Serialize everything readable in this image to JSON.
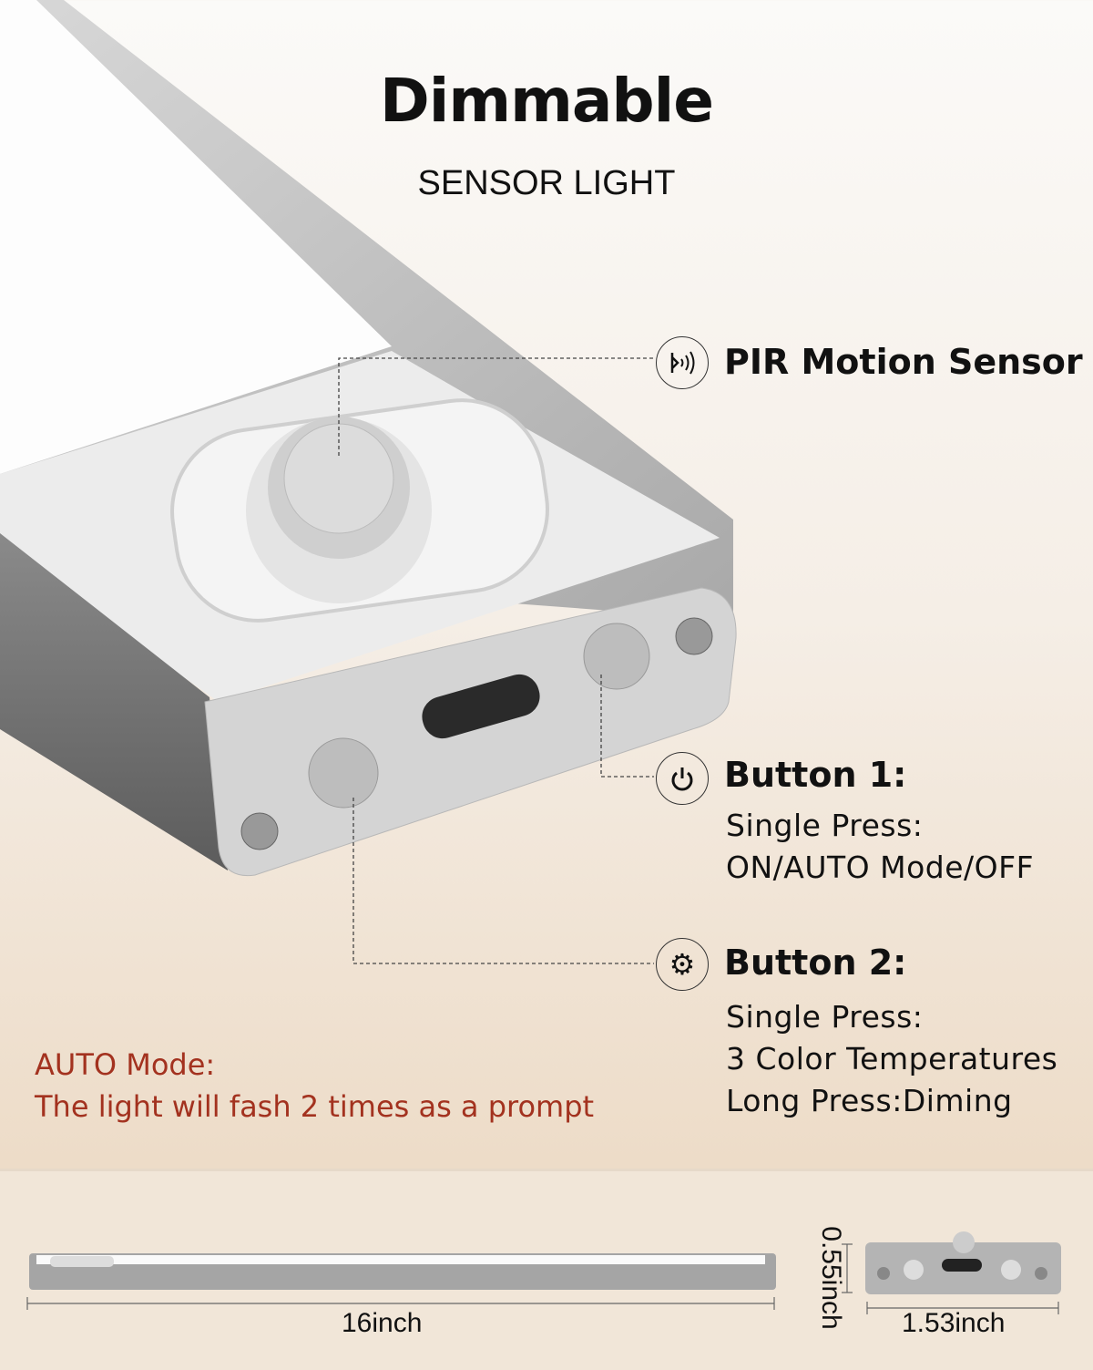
{
  "header": {
    "title": "Dimmable",
    "subtitle": "SENSOR LIGHT"
  },
  "features": [
    {
      "icon": "motion-sensor-icon",
      "label": "PIR Motion Sensor",
      "lines": []
    },
    {
      "icon": "power-icon",
      "label": "Button 1:",
      "lines": [
        "Single Press:",
        "ON/AUTO Mode/OFF"
      ]
    },
    {
      "icon": "gear-icon",
      "label": "Button 2:",
      "lines": [
        "Single Press:",
        "3 Color Temperatures",
        "Long Press:Diming"
      ]
    }
  ],
  "auto_note": {
    "title": "AUTO Mode:",
    "text": "The light will fash 2 times as a prompt",
    "color": "#a3321f"
  },
  "dimensions": {
    "length": "16inch",
    "height": "0.55inch",
    "width": "1.53inch"
  }
}
